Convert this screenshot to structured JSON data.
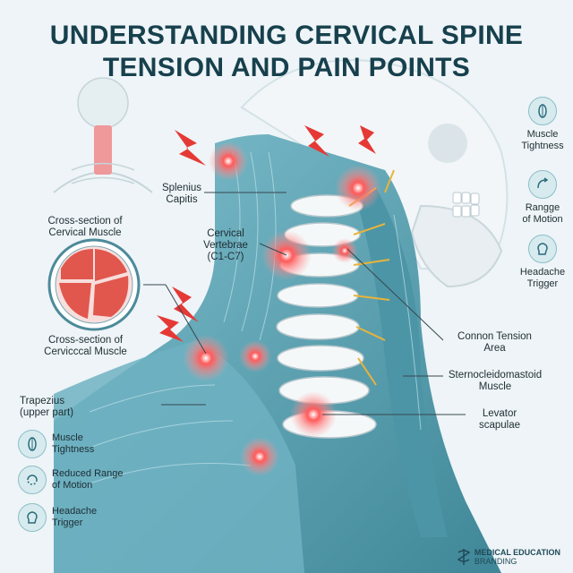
{
  "title": {
    "line1": "UNDERSTANDING CERVICAL SPINE",
    "line2": "TENSION AND PAIN POINTS"
  },
  "labels": {
    "splenius": [
      "Splenius",
      "Capitis"
    ],
    "vertebrae": [
      "Cervical",
      "Vertebrae",
      "(C1-C7)"
    ],
    "cross_section_top": [
      "Cross-section of",
      "Cervical Muscle"
    ],
    "cross_section_bottom": [
      "Cross-section of",
      "Cervicccal Muscle"
    ],
    "trapezius": [
      "Trapezius",
      "(upper part)"
    ],
    "tension_area": [
      "Connon Tension",
      "Area"
    ],
    "scm": [
      "Sternocleidomastoid",
      "Muscle"
    ],
    "levator": [
      "Levator",
      "scapulae"
    ]
  },
  "right_sidebar": [
    {
      "icon": "muscle-fiber-icon",
      "text": [
        "Muscle",
        "Tightness"
      ]
    },
    {
      "icon": "neck-rotation-icon",
      "text": [
        "Rangge",
        "of Motion"
      ]
    },
    {
      "icon": "head-brain-icon",
      "text": [
        "Headache",
        "Trigger"
      ]
    }
  ],
  "left_sidebar": [
    {
      "icon": "muscle-fiber-icon",
      "text": [
        "Muscle",
        "Tightness"
      ]
    },
    {
      "icon": "rotation-arrows-icon",
      "text": [
        "Reduced Range",
        "of Motion"
      ]
    },
    {
      "icon": "head-brain-icon",
      "text": [
        "Headache",
        "Trigger"
      ]
    }
  ],
  "brand": {
    "line1": "MEDICAL EDUCATION",
    "line2": "BRANDING"
  },
  "colors": {
    "title": "#17404d",
    "muscle": "#5fa3b4",
    "bone": "#f4f7f8",
    "pain": "#e53935",
    "nerve": "#e8b43a"
  }
}
